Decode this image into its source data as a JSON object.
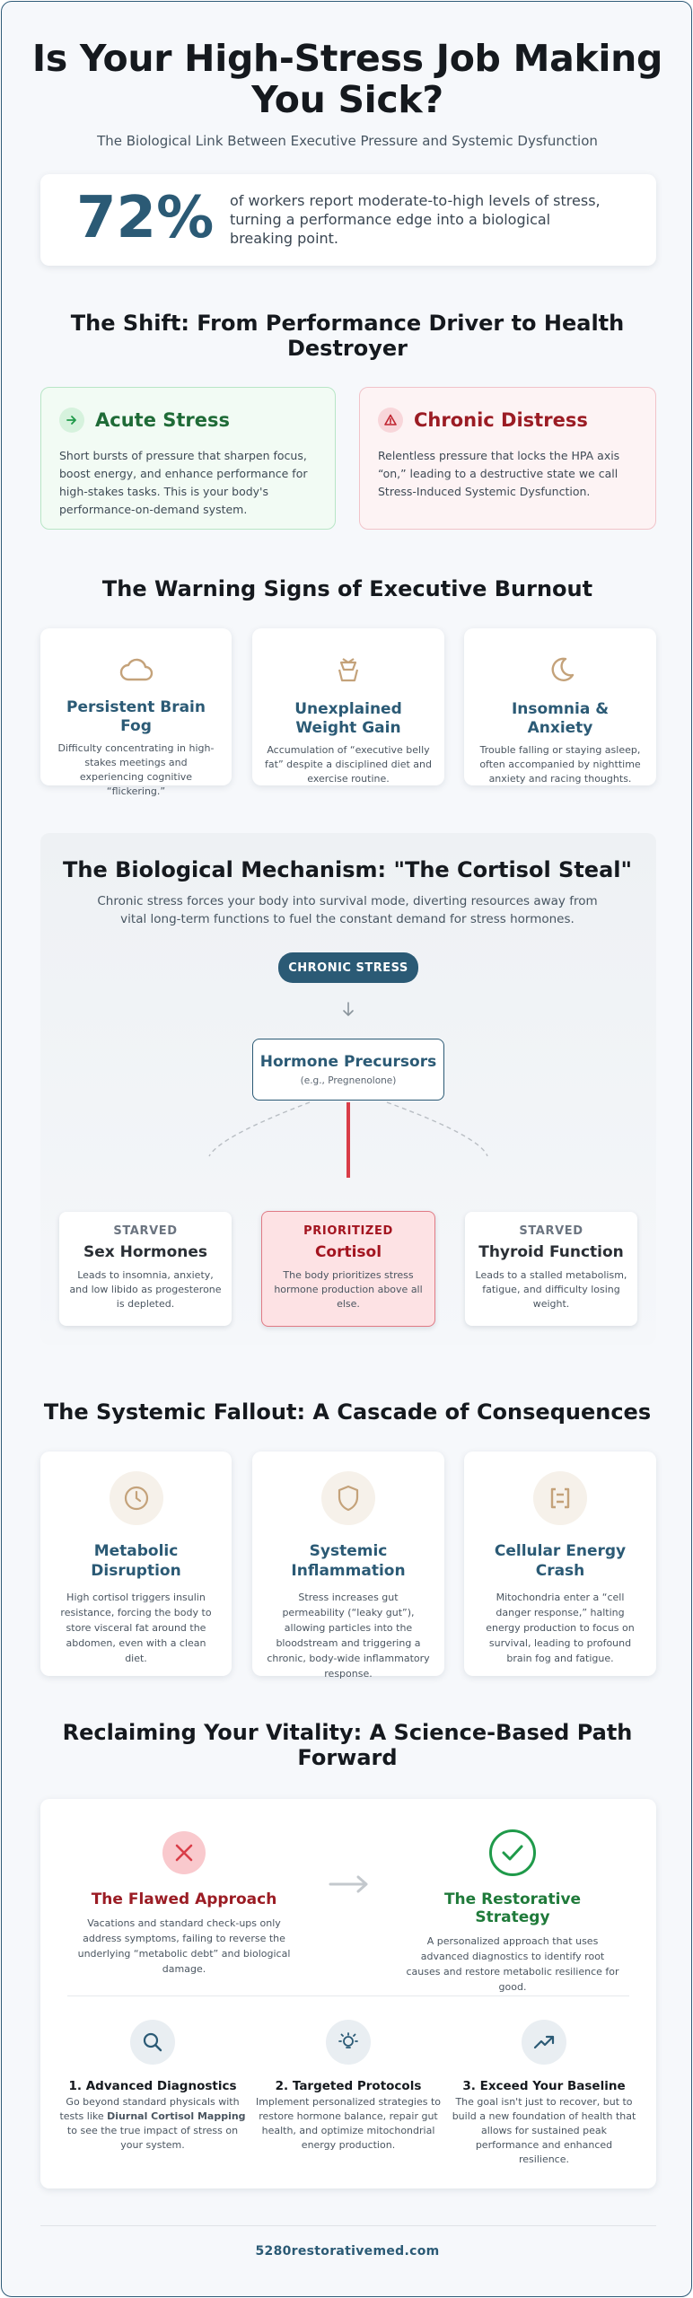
{
  "header": {
    "title_line1": "Is Your High-Stress Job Making",
    "title_line2": "You Sick?",
    "subtitle": "The Biological Link Between Executive Pressure and Systemic Dysfunction"
  },
  "stat": {
    "value": "72%",
    "text": "of workers report moderate-to-high levels of stress, turning a performance edge into a biological breaking point."
  },
  "shift": {
    "title": "The Shift: From Performance Driver to Health Destroyer",
    "acute": {
      "title": "Acute Stress",
      "body": "Short bursts of pressure that sharpen focus, boost energy, and enhance performance for high-stakes tasks. This is your body's performance-on-demand system.",
      "icon": "arrow-right-icon",
      "color": "#1f7a3a"
    },
    "chronic": {
      "title": "Chronic Distress",
      "body": "Relentless pressure that locks the HPA axis “on,” leading to a destructive state we call Stress-Induced Systemic Dysfunction.",
      "icon": "warning-icon",
      "color": "#9b1c24"
    }
  },
  "warning": {
    "title": "The Warning Signs of Executive Burnout",
    "cards": [
      {
        "title": "Persistent Brain Fog",
        "body": "Difficulty concentrating in high-stakes meetings and experiencing cognitive “flickering.”",
        "icon": "cloud-icon"
      },
      {
        "title": "Unexplained Weight Gain",
        "body": "Accumulation of “executive belly fat” despite a disciplined diet and exercise routine.",
        "icon": "scale-icon"
      },
      {
        "title": "Insomnia & Anxiety",
        "body": "Trouble falling or staying asleep, often accompanied by nighttime anxiety and racing thoughts.",
        "icon": "moon-icon"
      }
    ]
  },
  "mechanism": {
    "title": "The Biological Mechanism: \"The Cortisol Steal\"",
    "intro": "Chronic stress forces your body into survival mode, diverting resources away from vital long-term functions to fuel the constant demand for stress hormones.",
    "pill": "CHRONIC STRESS",
    "precursor_title": "Hormone Precursors",
    "precursor_sub": "(e.g., Pregnenolone)",
    "nodes": [
      {
        "tag": "STARVED",
        "title": "Sex Hormones",
        "body": "Leads to insomnia, anxiety, and low libido as progesterone is depleted."
      },
      {
        "tag": "PRIORITIZED",
        "title": "Cortisol",
        "body": "The body prioritizes stress hormone production above all else."
      },
      {
        "tag": "STARVED",
        "title": "Thyroid Function",
        "body": "Leads to a stalled metabolism, fatigue, and difficulty losing weight."
      }
    ],
    "accent_color": "#d93d48"
  },
  "fallout": {
    "title": "The Systemic Fallout: A Cascade of Consequences",
    "cards": [
      {
        "title": "Metabolic Disruption",
        "body": "High cortisol triggers insulin resistance, forcing the body to store visceral fat around the abdomen, even with a clean diet.",
        "icon": "clock-icon"
      },
      {
        "title": "Systemic Inflammation",
        "body": "Stress increases gut permeability (“leaky gut”), allowing particles into the bloodstream and triggering a chronic, body-wide inflammatory response.",
        "icon": "shield-icon"
      },
      {
        "title": "Cellular Energy Crash",
        "body": "Mitochondria enter a “cell danger response,” halting energy production to focus on survival, leading to profound brain fog and fatigue.",
        "icon": "battery-icon"
      }
    ]
  },
  "vitality": {
    "title": "Reclaiming Your Vitality: A Science-Based Path Forward",
    "flawed": {
      "title": "The Flawed Approach",
      "body": "Vacations and standard check-ups only address symptoms, failing to reverse the underlying “metabolic debt” and biological damage."
    },
    "good": {
      "title": "The Restorative Strategy",
      "body": "A personalized approach that uses advanced diagnostics to identify root causes and restore metabolic resilience for good."
    },
    "steps": [
      {
        "title": "1. Advanced Diagnostics",
        "body_pre": "Go beyond standard physicals with tests like ",
        "body_bold": "Diurnal Cortisol Mapping",
        "body_post": " to see the true impact of stress on your system.",
        "icon": "magnifier-icon"
      },
      {
        "title": "2. Targeted Protocols",
        "body": "Implement personalized strategies to restore hormone balance, repair gut health, and optimize mitochondrial energy production.",
        "icon": "lightbulb-icon"
      },
      {
        "title": "3. Exceed Your Baseline",
        "body": "The goal isn't just to recover, but to build a new foundation of health that allows for sustained peak performance and enhanced resilience.",
        "icon": "trend-up-icon"
      }
    ]
  },
  "footer": {
    "site": "5280restorativemed.com"
  },
  "colors": {
    "brand": "#2b5a75",
    "gold": "#c4a27a",
    "green": "#1f9a4a",
    "red": "#d93d48"
  }
}
